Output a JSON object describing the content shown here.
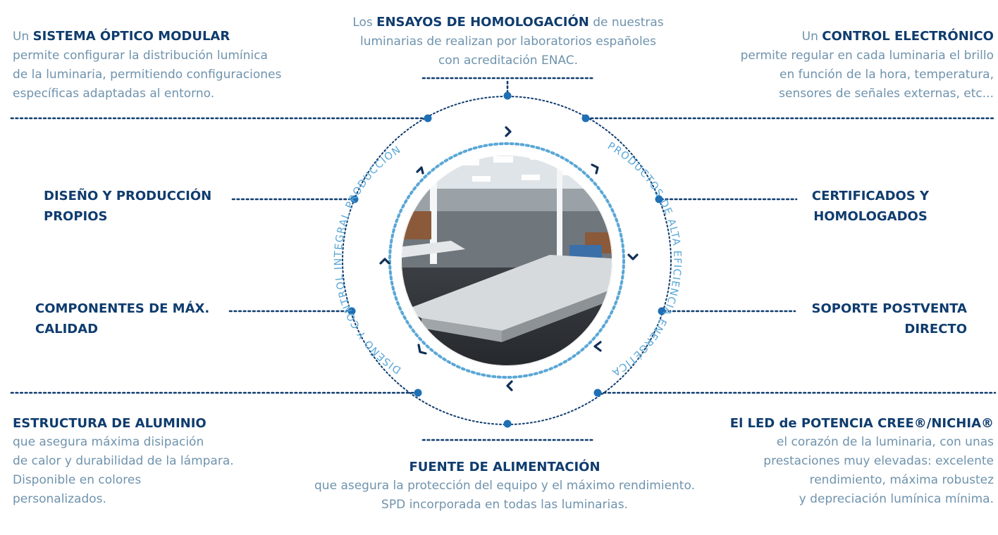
{
  "top_left": {
    "prefix": "Un ",
    "title": "SISTEMA ÓPTICO MODULAR",
    "lines": [
      "permite configurar la distribución lumínica",
      "de la luminaria, permitiendo configuraciones",
      "específicas adaptadas al entorno."
    ]
  },
  "top_center": {
    "prefix": "Los ",
    "title": "ENSAYOS DE HOMOLOGACIÓN",
    "suffix": " de nuestras",
    "lines": [
      "luminarias de realizan por laboratorios españoles",
      "con acreditación ENAC."
    ]
  },
  "top_right": {
    "prefix": "Un ",
    "title": "CONTROL ELECTRÓNICO",
    "lines": [
      "permite regular en cada luminaria el brillo",
      "en función de la hora, temperatura,",
      "sensores de señales externas, etc..."
    ]
  },
  "mid_labels": {
    "left_1": [
      "DISEÑO Y PRODUCCIÓN",
      "PROPIOS"
    ],
    "left_2": [
      "COMPONENTES DE MÁX.",
      "CALIDAD"
    ],
    "right_1": [
      "CERTIFICADOS Y",
      "HOMOLOGADOS"
    ],
    "right_2": [
      "SOPORTE POSTVENTA",
      "DIRECTO"
    ]
  },
  "bottom_left": {
    "title": "ESTRUCTURA DE ALUMINIO",
    "lines": [
      "que asegura máxima disipación",
      "de calor y durabilidad de la lámpara.",
      "Disponible en colores",
      "personalizados."
    ]
  },
  "bottom_center": {
    "title": "FUENTE DE ALIMENTACIÓN",
    "lines": [
      "que asegura la protección del equipo y el máximo rendimiento.",
      "SPD incorporada en todas las luminarias."
    ]
  },
  "bottom_right": {
    "title": "El LED de POTENCIA CREE®/NICHIA®",
    "lines": [
      "el corazón de la luminaria, con unas",
      "prestaciones muy elevadas: excelente",
      "rendimiento, máxima robustez",
      "y depreciación lumínica mínima."
    ]
  },
  "ring_text": {
    "left_arc": "DISEÑO Y CONTROL INTEGRAL PRODUCCIÓN",
    "right_arc": "PRODUCTOS DE ALTA EFICIENCIA ENERGÉTICA"
  },
  "colors": {
    "navy": "#0f3c6e",
    "accent": "#1f6fb5",
    "light_blue": "#5aa7d6",
    "body_text": "#6f93ad"
  }
}
